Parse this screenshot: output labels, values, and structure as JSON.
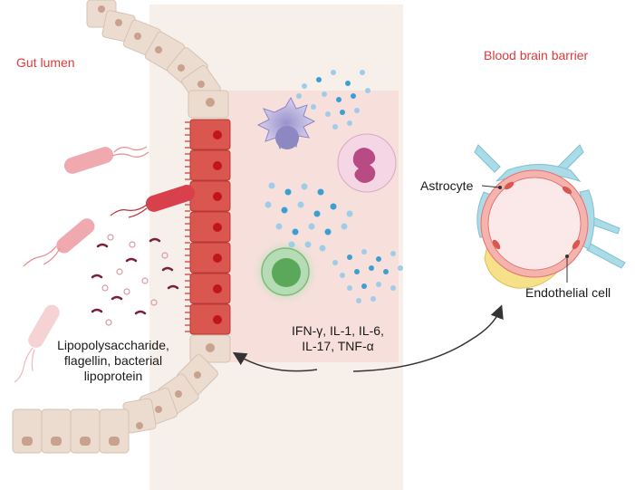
{
  "labels": {
    "gut_lumen": "Gut lumen",
    "bbb": "Blood brain barrier",
    "astrocyte": "Astrocyte",
    "endothelial": "Endothelial cell",
    "bacterial_products": [
      "Lipopolysaccharide,",
      "flagellin, bacterial",
      "lipoprotein"
    ],
    "cytokines": [
      "IFN-γ, IL-1, IL-6,",
      "IL-17, TNF-α"
    ]
  },
  "colors": {
    "label_red": "#e03a3a",
    "epithelium_normal": "#ecdcd0",
    "epithelium_inflamed": "#d9574f",
    "nucleus_normal": "#c9a18f",
    "nucleus_inflamed": "#c0151c",
    "lamina_propria": "#f7dcd8",
    "cytokine_blue": "#3aa0d4",
    "astrocyte": "#aadbe6",
    "endothelium": "#f4b3ad",
    "pericyte": "#f6e18a"
  },
  "icons": {
    "bacteria": "rod-bacterium-icon",
    "dendritic_cell": "dendritic-cell-icon",
    "neutrophil": "neutrophil-icon",
    "lymphocyte": "lymphocyte-icon",
    "arrow": "curved-arrow-icon"
  }
}
